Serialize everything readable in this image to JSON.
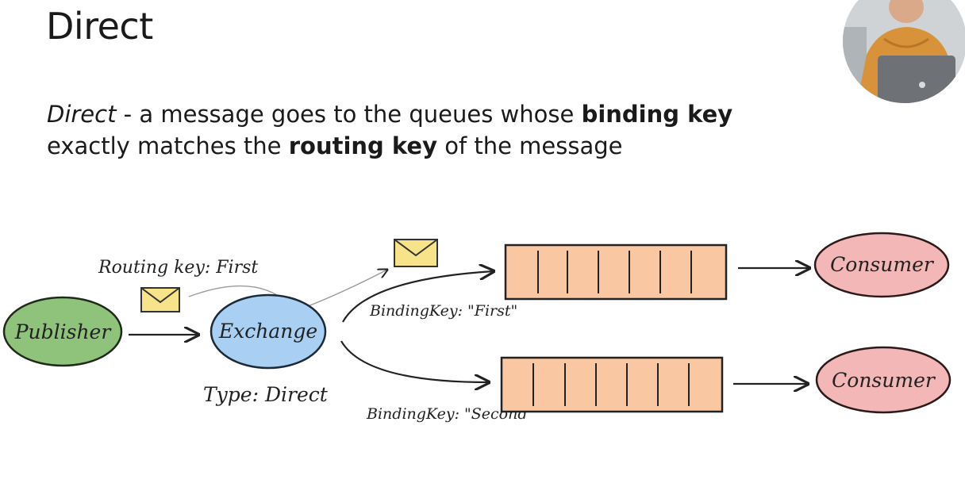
{
  "slide": {
    "title": "Direct",
    "definition": {
      "lead": "Direct",
      "part1": " - a message goes to the queues whose ",
      "bold1": "binding key",
      "part2": " exactly matches the ",
      "bold2": "routing key",
      "part3": " of the message"
    }
  },
  "diagram": {
    "publisher": "Publisher",
    "exchange": "Exchange",
    "exchange_type": "Type: Direct",
    "routing_key_label": "Routing key: First",
    "binding_first": "BindingKey: \"First\"",
    "binding_second": "BindingKey: \"Second\"",
    "consumer_top": "Consumer",
    "consumer_bottom": "Consumer"
  },
  "colors": {
    "publisher_fill": "#8fc27a",
    "exchange_fill": "#a9cff3",
    "queue_fill": "#f9c8a3",
    "consumer_fill": "#f3b7b7",
    "envelope_fill": "#f6e38a"
  },
  "icons": [
    "envelope-icon",
    "webcam-presenter"
  ]
}
